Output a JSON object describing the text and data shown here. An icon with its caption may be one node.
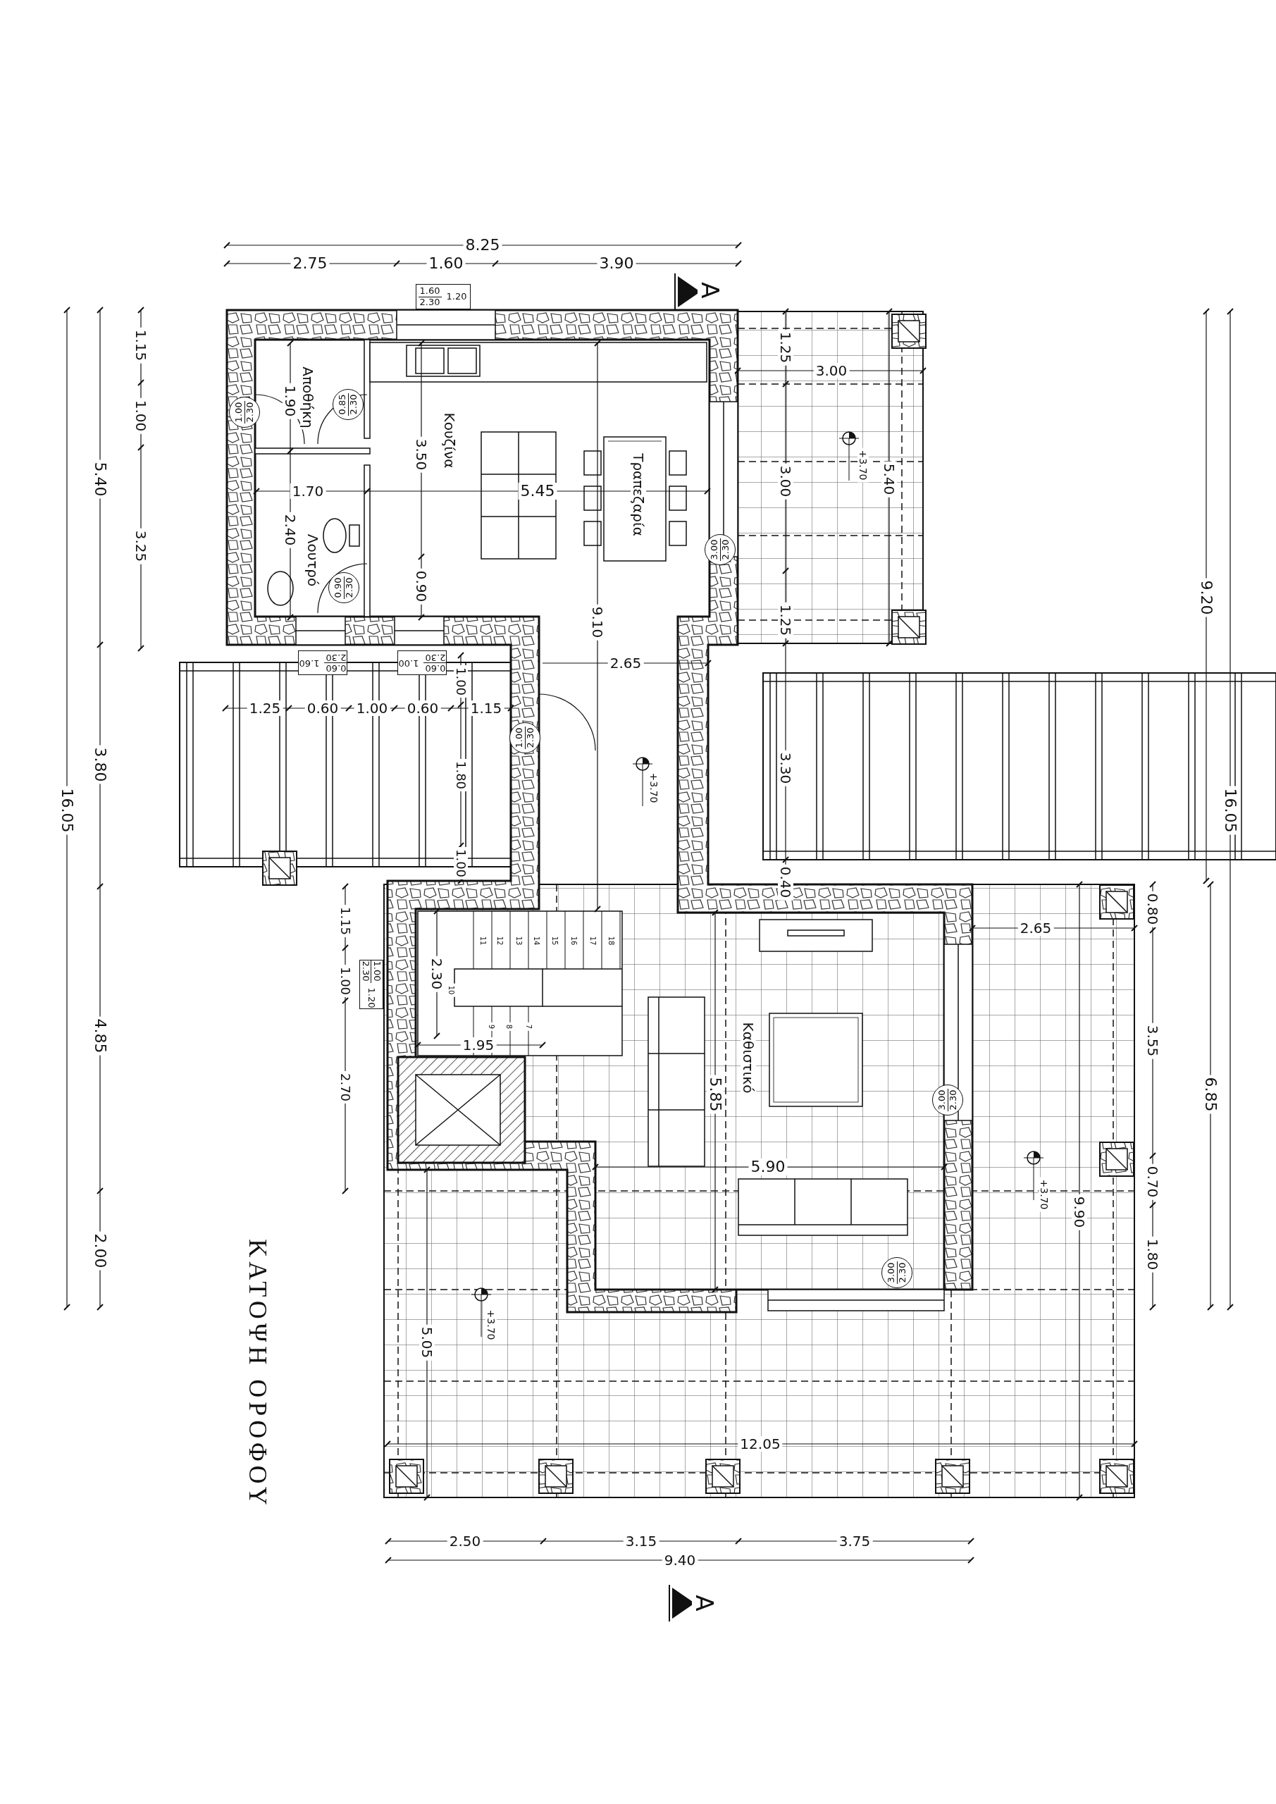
{
  "diagram": {
    "title": "ΚΑΤΟΨΗ ΟΡΟΦΟΥ",
    "nodes": [
      {
        "text": [
          "Αποθήκη"
        ]
      },
      {
        "text": [
          "Κουζίνα"
        ]
      },
      {
        "text": [
          "Τραπεζαρία"
        ]
      },
      {
        "text": [
          "Λουτρό"
        ]
      },
      {
        "text": [
          "Καθιστικό"
        ]
      },
      {
        "text": [
          "1.60",
          "2.30",
          "1.20"
        ]
      },
      {
        "text": [
          "1.00",
          "2.30"
        ]
      },
      {
        "text": [
          "0.85",
          "2.30"
        ]
      },
      {
        "text": [
          "0.90",
          "2.30"
        ]
      },
      {
        "text": [
          "3.00",
          "2.30"
        ]
      },
      {
        "text": [
          "0.60",
          "2.30",
          "1.60"
        ]
      },
      {
        "text": [
          "0.60",
          "2.30",
          "1.00"
        ]
      },
      {
        "text": [
          "1.00",
          "2.30"
        ]
      },
      {
        "text": [
          "1.00",
          "2.30",
          "1.20"
        ]
      },
      {
        "text": [
          "3.00",
          "2.30"
        ]
      },
      {
        "text": [
          "3.00",
          "2.30"
        ]
      }
    ],
    "labels": [
      "8.25",
      "2.75",
      "1.60",
      "3.90",
      "A",
      "1.15",
      "1.00",
      "3.25",
      "5.40",
      "3.80",
      "4.85",
      "2.00",
      "16.05",
      "9.20",
      "16.05",
      "1.90",
      "3.50",
      "1.70",
      "5.45",
      "2.40",
      "0.90",
      "9.10",
      "1.25",
      "3.00",
      "+3.70",
      "3.00",
      "5.40",
      "1.25",
      "2.65",
      "1.25",
      "0.60",
      "1.00",
      "0.60",
      "1.15",
      "1.00",
      "1.80",
      "1.00",
      "+3.70",
      "3.30",
      "0.40",
      "0.80",
      "2.65",
      "11",
      "12",
      "13",
      "14",
      "15",
      "16",
      "17",
      "18",
      "2.30",
      "10",
      "1.15",
      "1.00",
      "9",
      "8",
      "7",
      "1.95",
      "3.55",
      "2.70",
      "5.85",
      "6.85",
      "5.90",
      "0.70",
      "+3.70",
      "9.90",
      "1.80",
      "+3.70",
      "5.05",
      "12.05",
      "2.50",
      "3.15",
      "3.75",
      "9.40",
      "A"
    ]
  }
}
